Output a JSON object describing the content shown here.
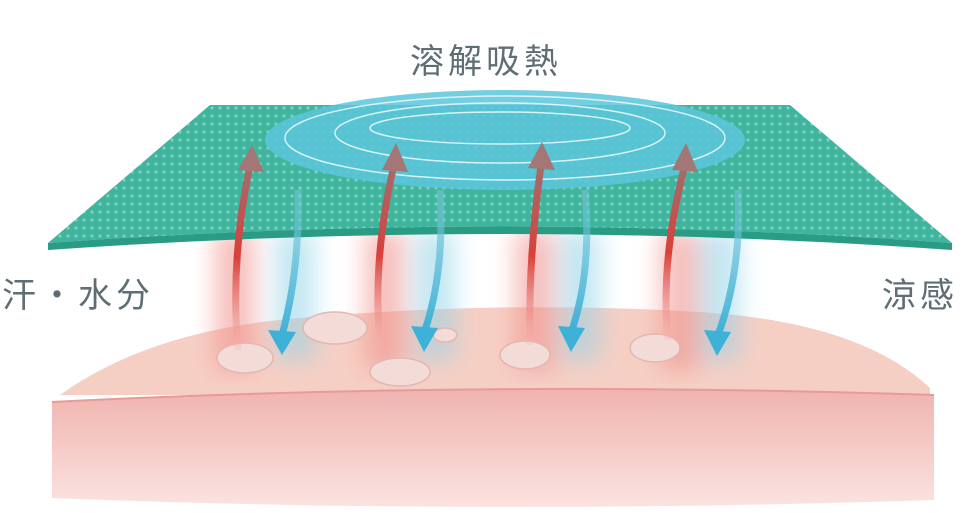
{
  "labels": {
    "top": "溶解吸熱",
    "left": "汗・水分",
    "right": "涼感"
  },
  "colors": {
    "sheet": "#3fb59e",
    "sheet_edge": "#2a9c86",
    "cool_zone": "#5cc6dc",
    "skin_top": "#f6cfc4",
    "skin_side": "#f2b7b1",
    "heat_arrow": "#d9403a",
    "cool_arrow": "#3eb1d6",
    "text": "#5f6e74"
  }
}
